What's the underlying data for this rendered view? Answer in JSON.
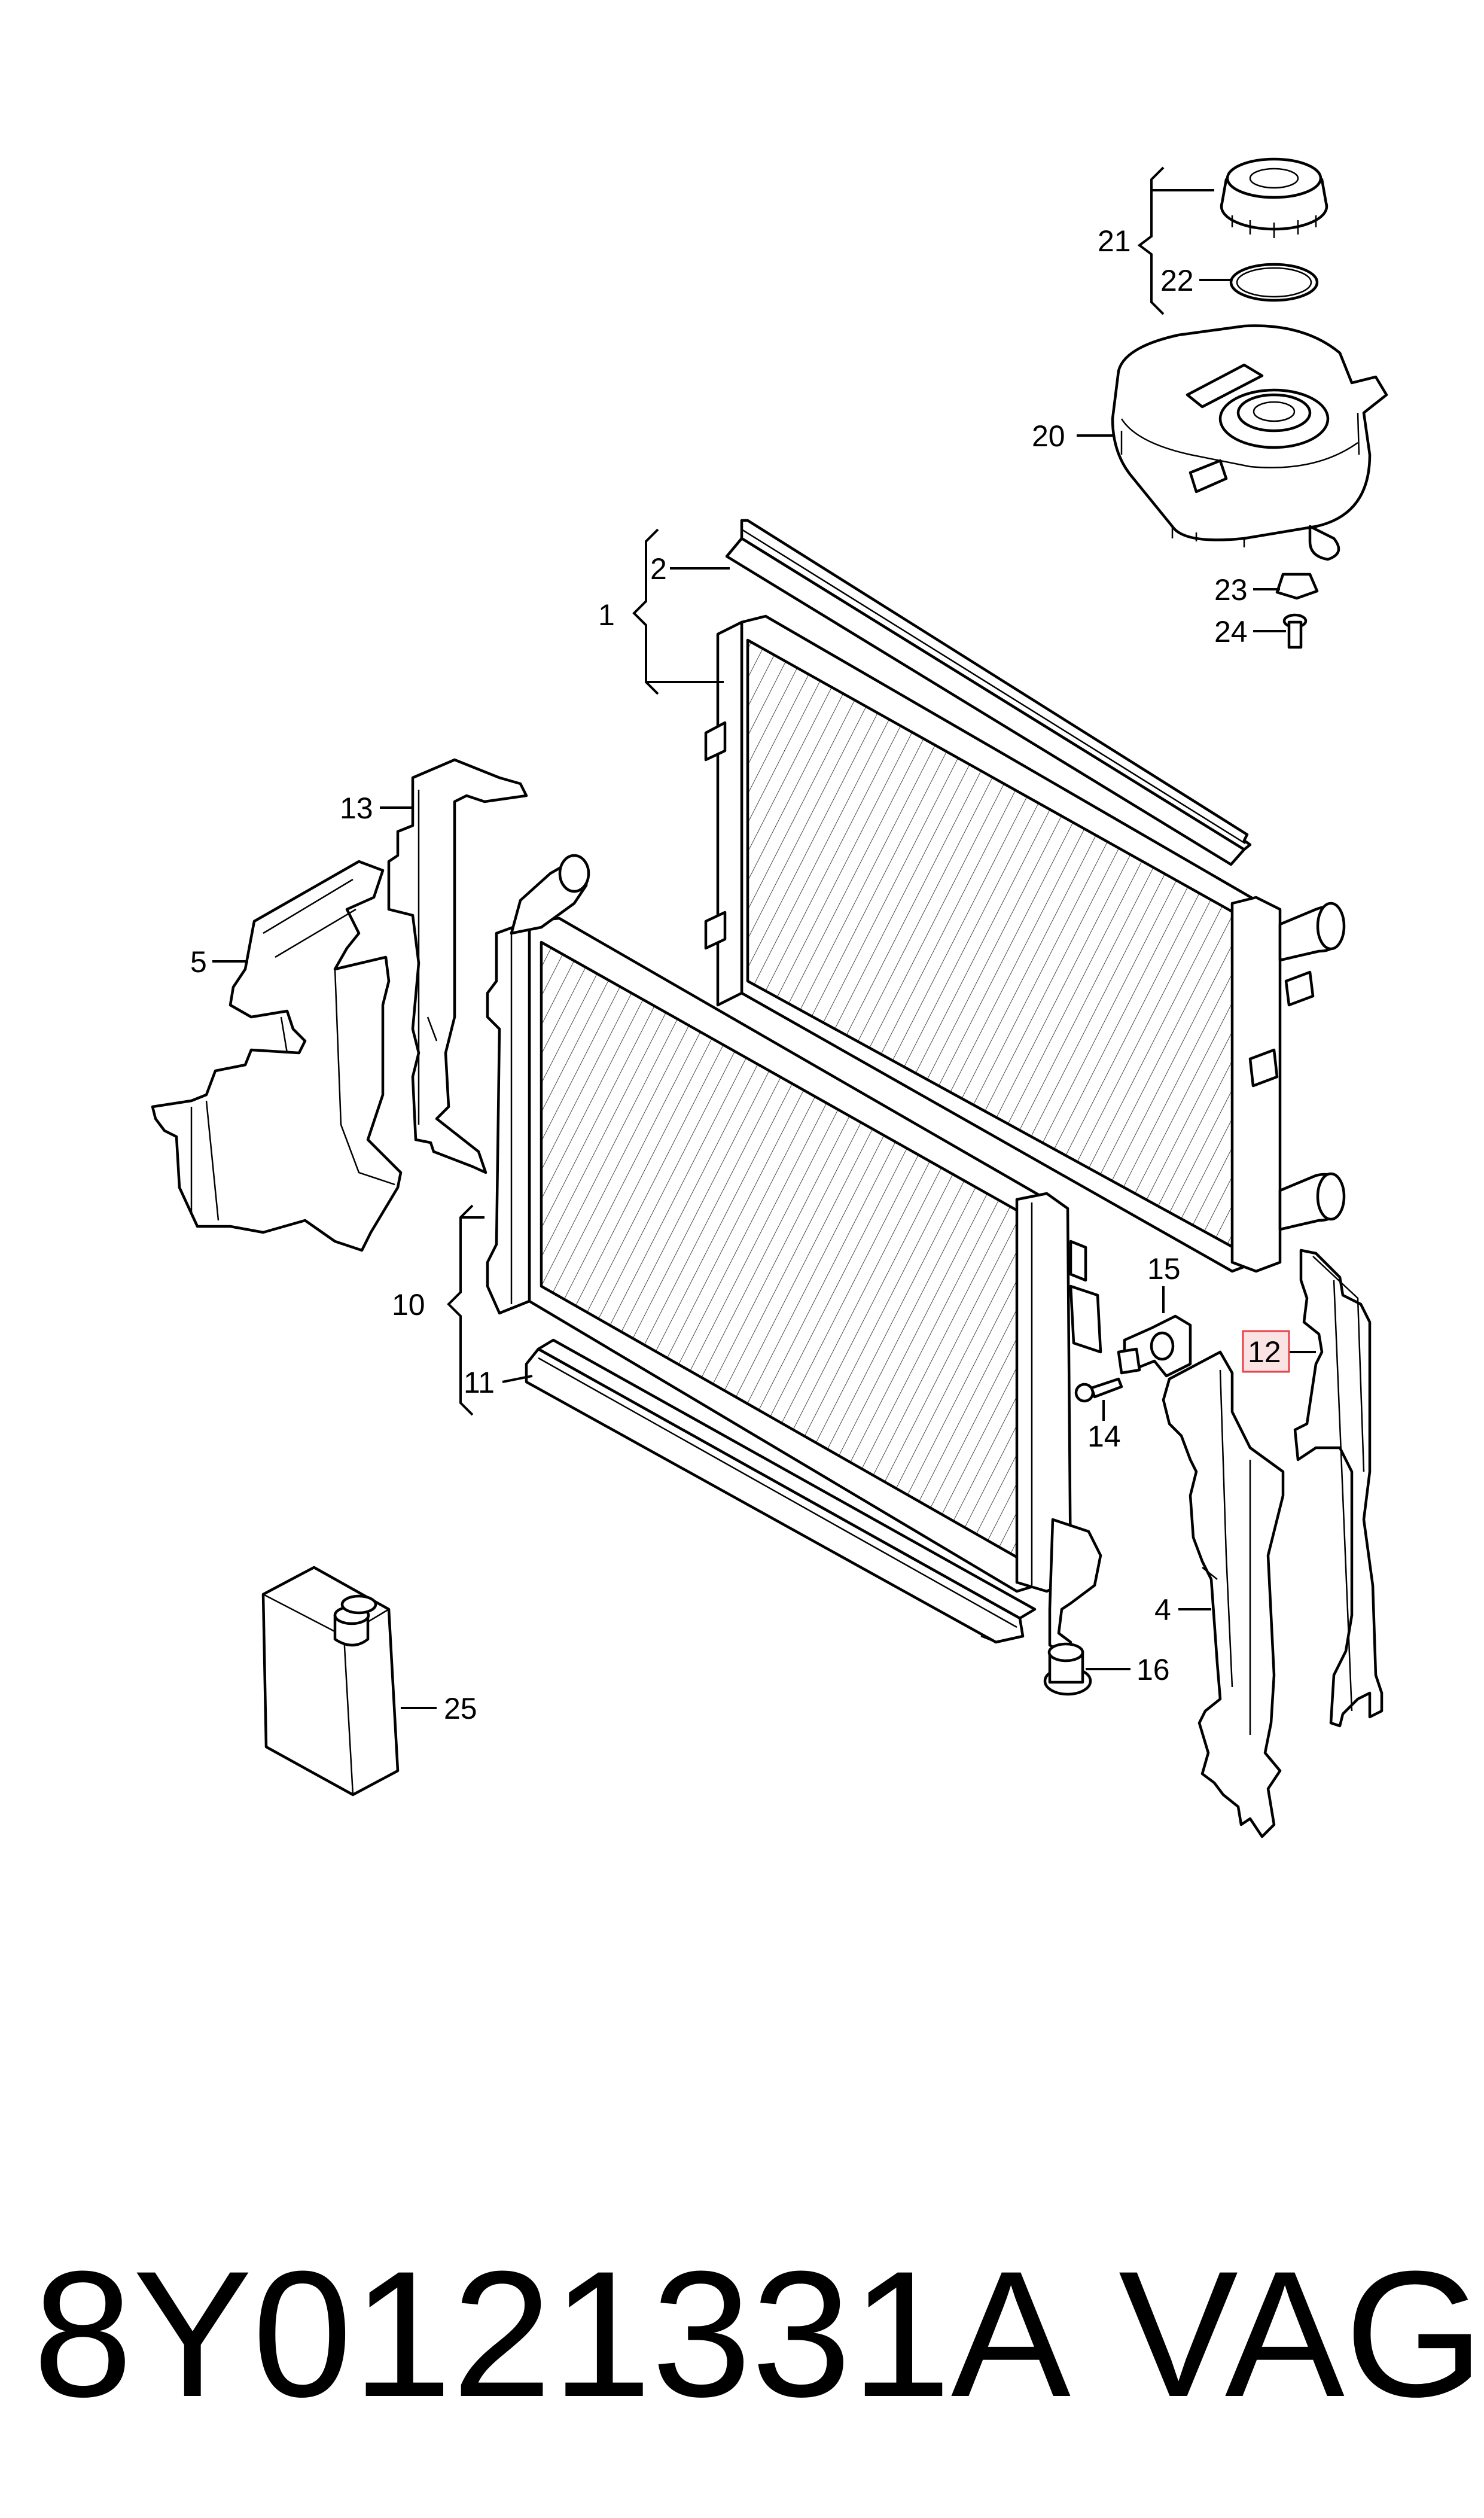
{
  "callouts": [
    {
      "id": "1",
      "text": "1"
    },
    {
      "id": "2",
      "text": "2"
    },
    {
      "id": "4",
      "text": "4"
    },
    {
      "id": "5",
      "text": "5"
    },
    {
      "id": "10",
      "text": "10"
    },
    {
      "id": "11",
      "text": "11"
    },
    {
      "id": "12",
      "text": "12",
      "highlighted": true
    },
    {
      "id": "13",
      "text": "13"
    },
    {
      "id": "14",
      "text": "14"
    },
    {
      "id": "15",
      "text": "15"
    },
    {
      "id": "16",
      "text": "16"
    },
    {
      "id": "20",
      "text": "20"
    },
    {
      "id": "21",
      "text": "21"
    },
    {
      "id": "22",
      "text": "22"
    },
    {
      "id": "23",
      "text": "23"
    },
    {
      "id": "24",
      "text": "24"
    },
    {
      "id": "25",
      "text": "25"
    }
  ],
  "highlight_color": "#e8424a",
  "highlight_fill": "#fbe3e4",
  "footer": {
    "part_number": "8Y0121331A",
    "brand": "VAG"
  }
}
